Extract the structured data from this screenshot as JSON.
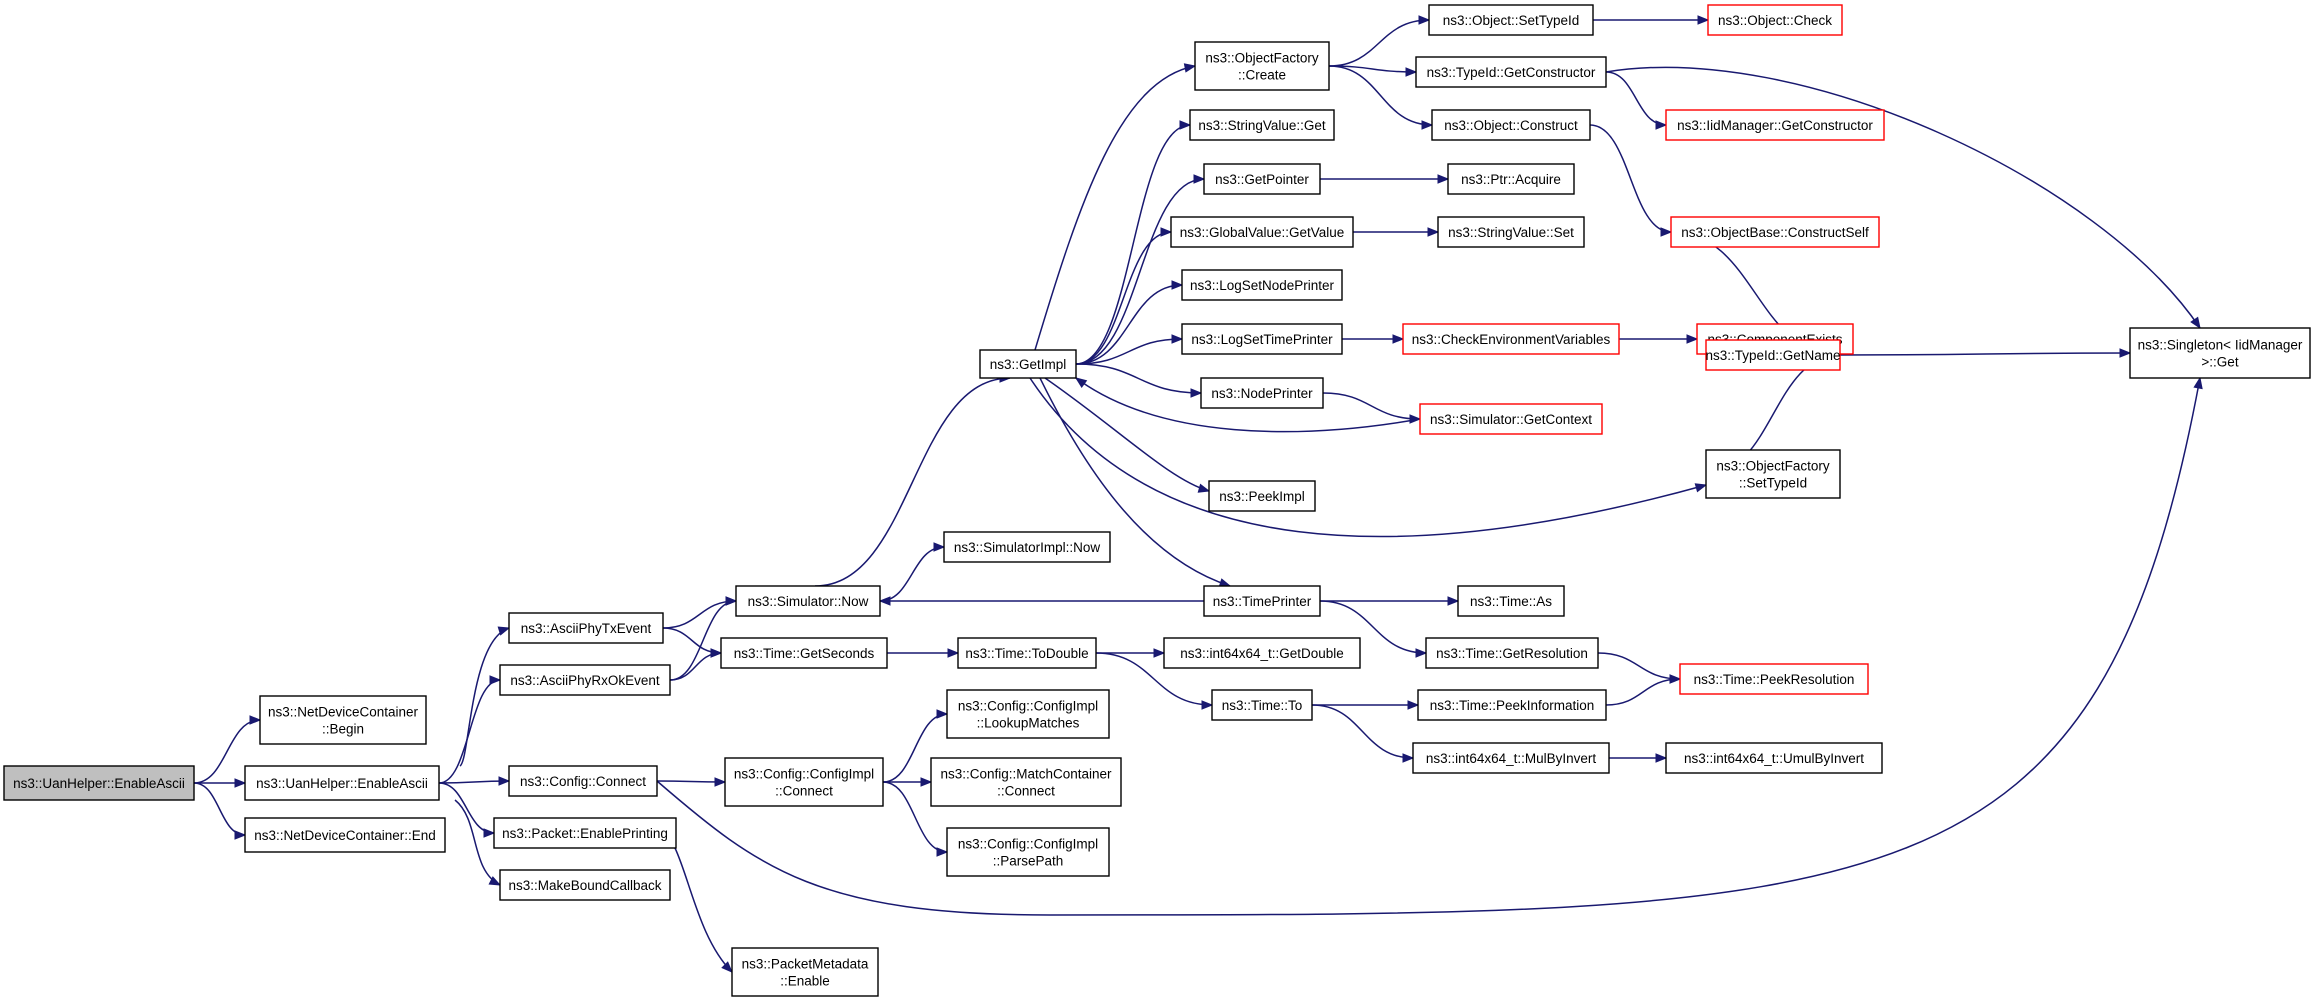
{
  "style": {
    "node_border": "#000000",
    "missing_node_border": "#ff0000",
    "root_fill": "#bfbfbf",
    "edge_color": "#191970"
  },
  "nodes": [
    {
      "id": "root",
      "lines": [
        "ns3::UanHelper::EnableAscii"
      ],
      "kind": "root"
    },
    {
      "id": "enableascii",
      "lines": [
        "ns3::UanHelper::EnableAscii"
      ],
      "kind": "normal"
    },
    {
      "id": "ndc_begin",
      "lines": [
        "ns3::NetDeviceContainer",
        "::Begin"
      ],
      "kind": "normal"
    },
    {
      "id": "ndc_end",
      "lines": [
        "ns3::NetDeviceContainer::End"
      ],
      "kind": "normal"
    },
    {
      "id": "asciiphytx",
      "lines": [
        "ns3::AsciiPhyTxEvent"
      ],
      "kind": "normal"
    },
    {
      "id": "asciiphyrx",
      "lines": [
        "ns3::AsciiPhyRxOkEvent"
      ],
      "kind": "normal"
    },
    {
      "id": "config_connect",
      "lines": [
        "ns3::Config::Connect"
      ],
      "kind": "normal"
    },
    {
      "id": "packet_enableprinting",
      "lines": [
        "ns3::Packet::EnablePrinting"
      ],
      "kind": "normal"
    },
    {
      "id": "makeboundcallback",
      "lines": [
        "ns3::MakeBoundCallback"
      ],
      "kind": "normal"
    },
    {
      "id": "sim_now",
      "lines": [
        "ns3::Simulator::Now"
      ],
      "kind": "normal"
    },
    {
      "id": "time_getseconds",
      "lines": [
        "ns3::Time::GetSeconds"
      ],
      "kind": "normal"
    },
    {
      "id": "configimpl_connect",
      "lines": [
        "ns3::Config::ConfigImpl",
        "::Connect"
      ],
      "kind": "normal"
    },
    {
      "id": "packetmetadata_enable",
      "lines": [
        "ns3::PacketMetadata",
        "::Enable"
      ],
      "kind": "normal"
    },
    {
      "id": "getimpl",
      "lines": [
        "ns3::GetImpl"
      ],
      "kind": "normal"
    },
    {
      "id": "simimpl_now",
      "lines": [
        "ns3::SimulatorImpl::Now"
      ],
      "kind": "normal"
    },
    {
      "id": "time_todouble",
      "lines": [
        "ns3::Time::ToDouble"
      ],
      "kind": "normal"
    },
    {
      "id": "lookupmatches",
      "lines": [
        "ns3::Config::ConfigImpl",
        "::LookupMatches"
      ],
      "kind": "normal"
    },
    {
      "id": "matchcontainer_connect",
      "lines": [
        "ns3::Config::MatchContainer",
        "::Connect"
      ],
      "kind": "normal"
    },
    {
      "id": "parsepath",
      "lines": [
        "ns3::Config::ConfigImpl",
        "::ParsePath"
      ],
      "kind": "normal"
    },
    {
      "id": "objfactory_create",
      "lines": [
        "ns3::ObjectFactory",
        "::Create"
      ],
      "kind": "normal"
    },
    {
      "id": "stringvalue_get",
      "lines": [
        "ns3::StringValue::Get"
      ],
      "kind": "normal"
    },
    {
      "id": "getpointer",
      "lines": [
        "ns3::GetPointer"
      ],
      "kind": "normal"
    },
    {
      "id": "globalvalue_getvalue",
      "lines": [
        "ns3::GlobalValue::GetValue"
      ],
      "kind": "normal"
    },
    {
      "id": "logsetnodeprinter",
      "lines": [
        "ns3::LogSetNodePrinter"
      ],
      "kind": "normal"
    },
    {
      "id": "logsettimeprinter",
      "lines": [
        "ns3::LogSetTimePrinter"
      ],
      "kind": "normal"
    },
    {
      "id": "nodeprinter",
      "lines": [
        "ns3::NodePrinter"
      ],
      "kind": "normal"
    },
    {
      "id": "peekimpl",
      "lines": [
        "ns3::PeekImpl"
      ],
      "kind": "normal"
    },
    {
      "id": "timeprinter",
      "lines": [
        "ns3::TimePrinter"
      ],
      "kind": "normal"
    },
    {
      "id": "int64_getdouble",
      "lines": [
        "ns3::int64x64_t::GetDouble"
      ],
      "kind": "normal"
    },
    {
      "id": "time_to",
      "lines": [
        "ns3::Time::To"
      ],
      "kind": "normal"
    },
    {
      "id": "obj_settypeid",
      "lines": [
        "ns3::Object::SetTypeId"
      ],
      "kind": "normal"
    },
    {
      "id": "typeid_getconstructor",
      "lines": [
        "ns3::TypeId::GetConstructor"
      ],
      "kind": "normal"
    },
    {
      "id": "obj_construct",
      "lines": [
        "ns3::Object::Construct"
      ],
      "kind": "normal"
    },
    {
      "id": "ptr_acquire",
      "lines": [
        "ns3::Ptr::Acquire"
      ],
      "kind": "normal"
    },
    {
      "id": "stringvalue_set",
      "lines": [
        "ns3::StringValue::Set"
      ],
      "kind": "normal"
    },
    {
      "id": "checkenv",
      "lines": [
        "ns3::CheckEnvironmentVariables"
      ],
      "kind": "missing"
    },
    {
      "id": "sim_getcontext",
      "lines": [
        "ns3::Simulator::GetContext"
      ],
      "kind": "missing"
    },
    {
      "id": "objfactory_settypeid",
      "lines": [
        "ns3::ObjectFactory",
        "::SetTypeId"
      ],
      "kind": "normal"
    },
    {
      "id": "time_as",
      "lines": [
        "ns3::Time::As"
      ],
      "kind": "normal"
    },
    {
      "id": "time_getresolution",
      "lines": [
        "ns3::Time::GetResolution"
      ],
      "kind": "normal"
    },
    {
      "id": "time_peekinformation",
      "lines": [
        "ns3::Time::PeekInformation"
      ],
      "kind": "normal"
    },
    {
      "id": "int64_mulbyinvert",
      "lines": [
        "ns3::int64x64_t::MulByInvert"
      ],
      "kind": "normal"
    },
    {
      "id": "obj_check",
      "lines": [
        "ns3::Object::Check"
      ],
      "kind": "missing"
    },
    {
      "id": "iidmanager_getconstructor",
      "lines": [
        "ns3::IidManager::GetConstructor"
      ],
      "kind": "missing"
    },
    {
      "id": "objectbase_constructself",
      "lines": [
        "ns3::ObjectBase::ConstructSelf"
      ],
      "kind": "missing"
    },
    {
      "id": "componentexists",
      "lines": [
        "ns3::ComponentExists"
      ],
      "kind": "missing"
    },
    {
      "id": "typeid_getname",
      "lines": [
        "ns3::TypeId::GetName"
      ],
      "kind": "missing"
    },
    {
      "id": "time_peekresolution",
      "lines": [
        "ns3::Time::PeekResolution"
      ],
      "kind": "missing"
    },
    {
      "id": "int64_umulbyinvert",
      "lines": [
        "ns3::int64x64_t::UmulByInvert"
      ],
      "kind": "normal"
    },
    {
      "id": "singleton_get",
      "lines": [
        "ns3::Singleton< IidManager",
        " >::Get"
      ],
      "kind": "normal"
    }
  ],
  "edges": [
    {
      "from": "root",
      "to": "ndc_begin"
    },
    {
      "from": "root",
      "to": "enableascii"
    },
    {
      "from": "root",
      "to": "ndc_end"
    },
    {
      "from": "enableascii",
      "to": "asciiphytx"
    },
    {
      "from": "enableascii",
      "to": "asciiphyrx"
    },
    {
      "from": "enableascii",
      "to": "config_connect"
    },
    {
      "from": "enableascii",
      "to": "packet_enableprinting"
    },
    {
      "from": "enableascii",
      "to": "makeboundcallback"
    },
    {
      "from": "asciiphytx",
      "to": "sim_now"
    },
    {
      "from": "asciiphytx",
      "to": "time_getseconds"
    },
    {
      "from": "asciiphyrx",
      "to": "sim_now"
    },
    {
      "from": "asciiphyrx",
      "to": "time_getseconds"
    },
    {
      "from": "config_connect",
      "to": "configimpl_connect"
    },
    {
      "from": "config_connect",
      "to": "singleton_get"
    },
    {
      "from": "packet_enableprinting",
      "to": "packetmetadata_enable"
    },
    {
      "from": "sim_now",
      "to": "getimpl"
    },
    {
      "from": "sim_now",
      "to": "simimpl_now"
    },
    {
      "from": "time_getseconds",
      "to": "time_todouble"
    },
    {
      "from": "configimpl_connect",
      "to": "lookupmatches"
    },
    {
      "from": "configimpl_connect",
      "to": "matchcontainer_connect"
    },
    {
      "from": "configimpl_connect",
      "to": "parsepath"
    },
    {
      "from": "getimpl",
      "to": "objfactory_create"
    },
    {
      "from": "getimpl",
      "to": "stringvalue_get"
    },
    {
      "from": "getimpl",
      "to": "getpointer"
    },
    {
      "from": "getimpl",
      "to": "globalvalue_getvalue"
    },
    {
      "from": "getimpl",
      "to": "logsetnodeprinter"
    },
    {
      "from": "getimpl",
      "to": "logsettimeprinter"
    },
    {
      "from": "getimpl",
      "to": "nodeprinter"
    },
    {
      "from": "getimpl",
      "to": "peekimpl"
    },
    {
      "from": "getimpl",
      "to": "timeprinter"
    },
    {
      "from": "getimpl",
      "to": "objfactory_settypeid"
    },
    {
      "from": "time_todouble",
      "to": "int64_getdouble"
    },
    {
      "from": "time_todouble",
      "to": "time_to"
    },
    {
      "from": "objfactory_create",
      "to": "obj_settypeid"
    },
    {
      "from": "objfactory_create",
      "to": "typeid_getconstructor"
    },
    {
      "from": "objfactory_create",
      "to": "obj_construct"
    },
    {
      "from": "getpointer",
      "to": "ptr_acquire"
    },
    {
      "from": "globalvalue_getvalue",
      "to": "stringvalue_set"
    },
    {
      "from": "logsettimeprinter",
      "to": "checkenv"
    },
    {
      "from": "nodeprinter",
      "to": "sim_getcontext"
    },
    {
      "from": "sim_getcontext",
      "to": "getimpl"
    },
    {
      "from": "timeprinter",
      "to": "sim_now"
    },
    {
      "from": "timeprinter",
      "to": "time_as"
    },
    {
      "from": "timeprinter",
      "to": "time_getresolution"
    },
    {
      "from": "time_to",
      "to": "time_peekinformation"
    },
    {
      "from": "time_to",
      "to": "int64_mulbyinvert"
    },
    {
      "from": "obj_settypeid",
      "to": "obj_check"
    },
    {
      "from": "typeid_getconstructor",
      "to": "iidmanager_getconstructor"
    },
    {
      "from": "typeid_getconstructor",
      "to": "singleton_get"
    },
    {
      "from": "obj_construct",
      "to": "objectbase_constructself"
    },
    {
      "from": "checkenv",
      "to": "componentexists"
    },
    {
      "from": "objfactory_settypeid",
      "to": "typeid_getname"
    },
    {
      "from": "objectbase_constructself",
      "to": "typeid_getname"
    },
    {
      "from": "time_getresolution",
      "to": "time_peekresolution"
    },
    {
      "from": "time_peekinformation",
      "to": "time_peekresolution"
    },
    {
      "from": "int64_mulbyinvert",
      "to": "int64_umulbyinvert"
    },
    {
      "from": "typeid_getname",
      "to": "singleton_get"
    }
  ]
}
